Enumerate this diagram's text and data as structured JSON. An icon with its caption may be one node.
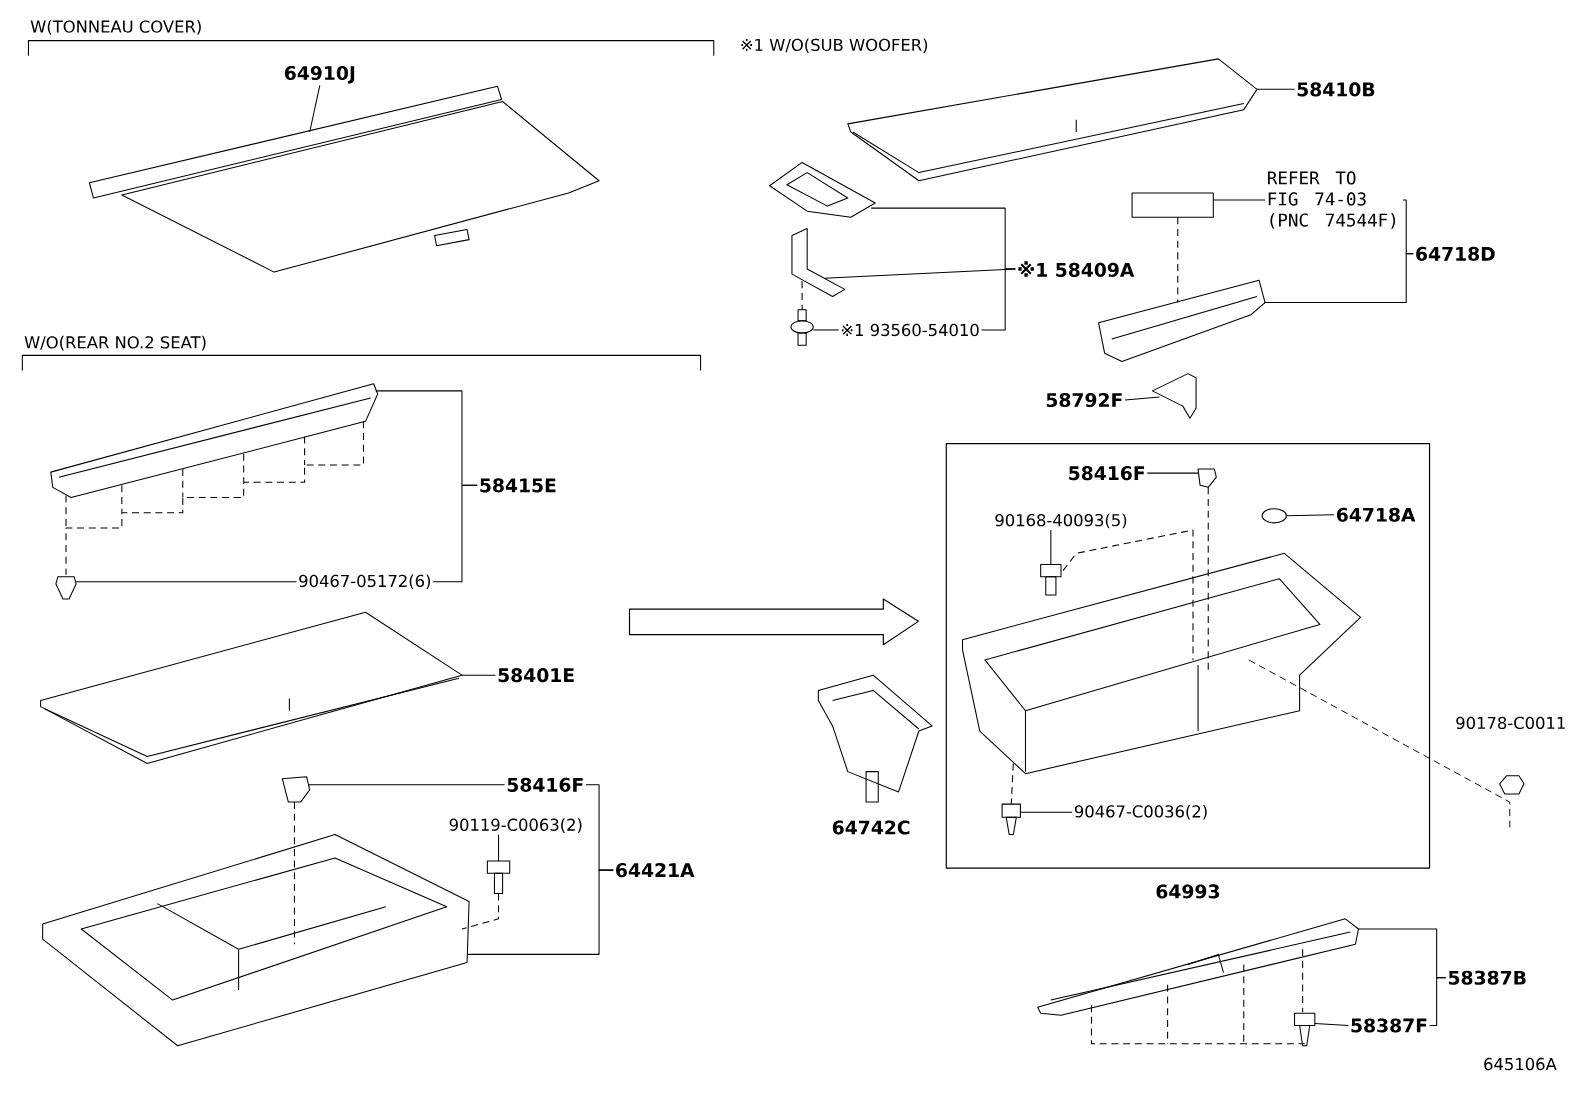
{
  "diagram": {
    "nodes": [
      {
        "text": [],
        "shape": "picture"
      },
      {
        "text": [
          "64910J"
        ]
      },
      {
        "text": [],
        "shape": "picture"
      },
      {
        "text": [
          "58410B"
        ]
      },
      {
        "text": [],
        "shape": "picture"
      },
      {
        "text": [],
        "shape": "picture"
      },
      {
        "text": [],
        "shape": "picture"
      },
      {
        "text": [
          "※1 58409A"
        ]
      },
      {
        "text": [
          "※1 93560-54010"
        ]
      },
      {
        "text": [],
        "shape": "box"
      },
      {
        "text": [
          "REFER TO FIG 74-03 (PNC 74544F)"
        ]
      },
      {
        "text": [],
        "shape": "picture"
      },
      {
        "text": [
          "64718D"
        ]
      },
      {
        "text": [],
        "shape": "picture"
      },
      {
        "text": [
          "58792F"
        ]
      },
      {
        "text": [
          "64993"
        ]
      },
      {
        "text": [
          "58416F"
        ],
        "in": 15
      },
      {
        "text": [],
        "shape": "picture",
        "in": 15
      },
      {
        "text": [
          "90168-40093(5)"
        ],
        "in": 15
      },
      {
        "text": [],
        "shape": "picture",
        "in": 15
      },
      {
        "text": [],
        "shape": "circle",
        "in": 15
      },
      {
        "text": [
          "64718A"
        ],
        "in": 15
      },
      {
        "text": [],
        "shape": "picture",
        "in": 15
      },
      {
        "text": [],
        "shape": "picture",
        "in": 15
      },
      {
        "text": [
          "90467-C0036(2)"
        ],
        "in": 15
      },
      {
        "text": [],
        "shape": "picture",
        "beside": [
          "64742C"
        ]
      },
      {
        "text": [],
        "shape": "picture",
        "beside": [
          "90178-C0011"
        ]
      },
      {
        "text": [],
        "shape": "picture"
      },
      {
        "text": [
          "58415E"
        ]
      },
      {
        "text": [],
        "shape": "picture"
      },
      {
        "text": [
          "90467-05172(6)"
        ]
      },
      {
        "text": [],
        "shape": "picture"
      },
      {
        "text": [
          "58401E"
        ]
      },
      {
        "text": [],
        "shape": "picture"
      },
      {
        "text": [
          "58416F"
        ]
      },
      {
        "text": [
          "90119-C0063(2)"
        ]
      },
      {
        "text": [],
        "shape": "picture"
      },
      {
        "text": [],
        "shape": "picture"
      },
      {
        "text": [
          "64421A"
        ]
      },
      {
        "text": [],
        "shape": "picture"
      },
      {
        "text": [
          "58387B"
        ]
      },
      {
        "text": [],
        "shape": "picture"
      },
      {
        "text": [
          "58387F"
        ]
      }
    ],
    "edges": [
      {
        "from": 1,
        "to": 0,
        "arrow": "none"
      },
      {
        "from": 3,
        "to": 2,
        "arrow": "none"
      },
      {
        "from": 7,
        "to": 4,
        "arrow": "none"
      },
      {
        "from": 7,
        "to": 5,
        "arrow": "none"
      },
      {
        "from": 8,
        "to": 6,
        "arrow": "none"
      },
      {
        "from": 10,
        "to": 9,
        "arrow": "none"
      },
      {
        "from": 12,
        "to": 10,
        "arrow": "none"
      },
      {
        "from": 12,
        "to": 11,
        "arrow": "none"
      },
      {
        "from": 14,
        "to": 13,
        "arrow": "none"
      },
      {
        "from": 16,
        "to": 17,
        "arrow": "none"
      },
      {
        "from": 18,
        "to": 19,
        "arrow": "none"
      },
      {
        "from": 21,
        "to": 20,
        "arrow": "none"
      },
      {
        "from": 24,
        "to": 23,
        "arrow": "none"
      },
      {
        "from": 28,
        "to": 27,
        "arrow": "none"
      },
      {
        "from": 30,
        "to": 29,
        "arrow": "none"
      },
      {
        "from": 32,
        "to": 31,
        "arrow": "none"
      },
      {
        "from": 34,
        "to": 33,
        "arrow": "none"
      },
      {
        "from": 35,
        "to": 36,
        "arrow": "none"
      },
      {
        "from": 38,
        "to": 37,
        "arrow": "none"
      },
      {
        "from": 40,
        "to": 39,
        "arrow": "none"
      },
      {
        "from": 42,
        "to": 41,
        "arrow": "none"
      },
      {
        "from": null,
        "to": 15,
        "arrow": "to"
      },
      {
        "from": 7,
        "to": 8,
        "arrow": "none"
      },
      {
        "from": 28,
        "to": 30,
        "arrow": "none"
      },
      {
        "from": 38,
        "to": 34,
        "arrow": "none"
      },
      {
        "from": 40,
        "to": 42,
        "arrow": "none"
      },
      {
        "from": 5,
        "to": 6,
        "arrow": "none",
        "style": "dashed"
      },
      {
        "from": 9,
        "to": 11,
        "arrow": "none",
        "style": "dashed"
      },
      {
        "from": 17,
        "to": 22,
        "arrow": "none",
        "style": "dashed"
      },
      {
        "from": 19,
        "to": 22,
        "arrow": "none",
        "style": "dashed"
      },
      {
        "from": 22,
        "to": 23,
        "arrow": "none",
        "style": "dashed"
      },
      {
        "from": 27,
        "to": 29,
        "arrow": "none",
        "style": "dashed"
      },
      {
        "from": 33,
        "to": 37,
        "arrow": "none",
        "style": "dashed"
      },
      {
        "from": 36,
        "to": 37,
        "arrow": "none",
        "style": "dashed"
      },
      {
        "from": 39,
        "to": 41,
        "arrow": "none",
        "style": "dashed"
      }
    ],
    "labels": [
      "W(TONNEAU COVER)",
      "※1 W/O(SUB WOOFER)",
      "W/O(REAR NO.2 SEAT)",
      "645106A"
    ]
  }
}
